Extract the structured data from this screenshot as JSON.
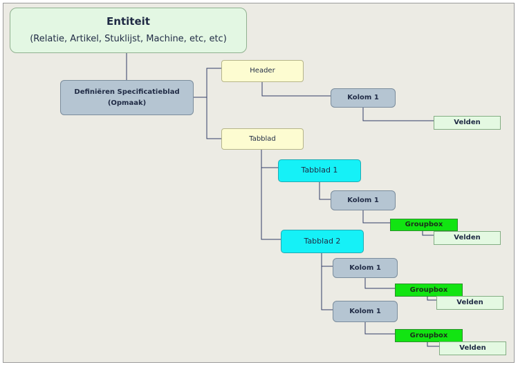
{
  "diagram": {
    "entity": {
      "title": "Entiteit",
      "subtitle": "(Relatie, Artikel, Stuklijst, Machine, etc, etc)"
    },
    "define_sheet": {
      "line1": "Definiëren Specificatieblad",
      "line2": "(Opmaak)"
    },
    "header": "Header",
    "header_column": "Kolom 1",
    "header_fields": "Velden",
    "tab": "Tabblad",
    "tab1": {
      "label": "Tabblad 1",
      "column": "Kolom 1",
      "groupbox": "Groupbox",
      "fields": "Velden"
    },
    "tab2": {
      "label": "Tabblad 2",
      "column_a": "Kolom 1",
      "groupbox_a": "Groupbox",
      "fields_a": "Velden",
      "column_b": "Kolom 1",
      "groupbox_b": "Groupbox",
      "fields_b": "Velden"
    }
  },
  "colors": {
    "canvas": "#ecebe4",
    "connector": "#2f3b66",
    "entity_fill": "#e3f7e3",
    "definition_fill": "#b5c5d2",
    "header_tab_fill": "#fdfcd1",
    "tab_fill": "#15f1f7",
    "groupbox_fill": "#12e412",
    "fields_fill": "#e4f9e2"
  }
}
